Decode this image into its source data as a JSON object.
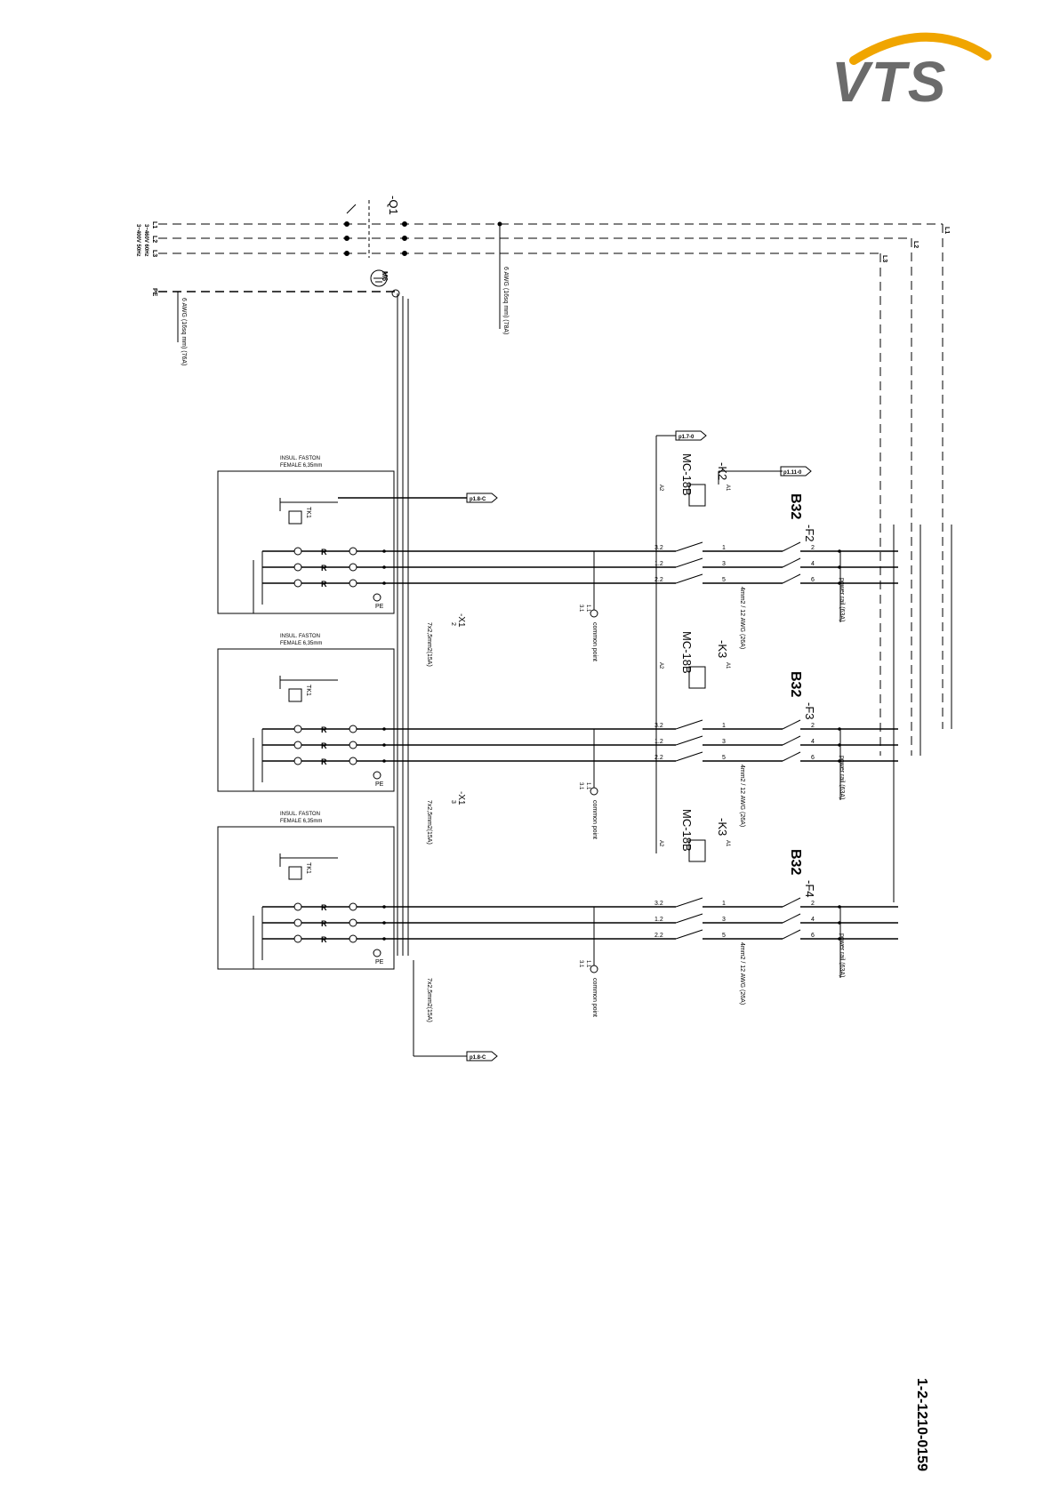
{
  "brand": {
    "logo_text": "VTS",
    "arc_color": "#f0a500",
    "text_color": "#6b6b6b"
  },
  "document_number": "1-2-1210-0159",
  "supply": {
    "lines": [
      "L1",
      "L2",
      "L3"
    ],
    "pe": "PE",
    "voltage_1": "3~400V 50Hz",
    "voltage_2": "3~460V 60Hz",
    "cable_pe": "6 AWG (16sq mm) (76A)",
    "cable_main": "6 AWG (16sq mm) (78A)",
    "main_switch": "-Q1",
    "earth_label": "M6",
    "right_labels": [
      "L1",
      "L2",
      "L3"
    ]
  },
  "heater_modules": [
    {
      "title_1": "INSUL. FASTON",
      "title_2": "FEMALE 6,35mm",
      "thermo": "TK1",
      "pe": "PE",
      "r": "R",
      "terminal": "-X1",
      "term_pin": "2",
      "cable": "7x2,5mm2(15A)"
    },
    {
      "title_1": "INSUL. FASTON",
      "title_2": "FEMALE 6,35mm",
      "thermo": "TK1",
      "pe": "PE",
      "r": "R",
      "terminal": "-X1",
      "term_pin": "3",
      "cable": "7x2,5mm2(15A)"
    },
    {
      "title_1": "INSUL. FASTON",
      "title_2": "FEMALE 6,35mm",
      "thermo": "TK1",
      "pe": "PE",
      "r": "R",
      "terminal": "",
      "term_pin": "",
      "cable": "7x2,5mm2(15A)"
    }
  ],
  "contactors": [
    {
      "name": "-K2",
      "model": "MC-18B",
      "a1": "A1",
      "a2": "A2",
      "breaker": "-F2",
      "breaker_type": "B32",
      "wire": "4mm2 / 12 AWG (26A)",
      "rail": "power rail (63A)"
    },
    {
      "name": "-K3",
      "model": "MC-18B",
      "a1": "A1",
      "a2": "A2",
      "breaker": "-F3",
      "breaker_type": "B32",
      "wire": "4mm2 / 12 AWG (26A)",
      "rail": "power rail (63A)"
    },
    {
      "name": "-K3",
      "model": "MC-18B",
      "a1": "A1",
      "a2": "A2",
      "breaker": "-F4",
      "breaker_type": "B32",
      "wire": "4mm2 / 12 AWG (26A)",
      "rail": "power rail (63A)"
    }
  ],
  "wire_numbers": [
    "3.2",
    "1.2",
    "2.2"
  ],
  "common": {
    "label": "common point",
    "p1": "1.1",
    "p2": "3.1"
  },
  "references": {
    "top_ref": "p1.7-0",
    "k2_ref": "p1.11-0",
    "mod_ref": "p1.8-C",
    "bottom_ref": "p1.8-C"
  },
  "pins_main": [
    "1",
    "3",
    "5"
  ],
  "pins_out": [
    "2",
    "4",
    "6"
  ]
}
